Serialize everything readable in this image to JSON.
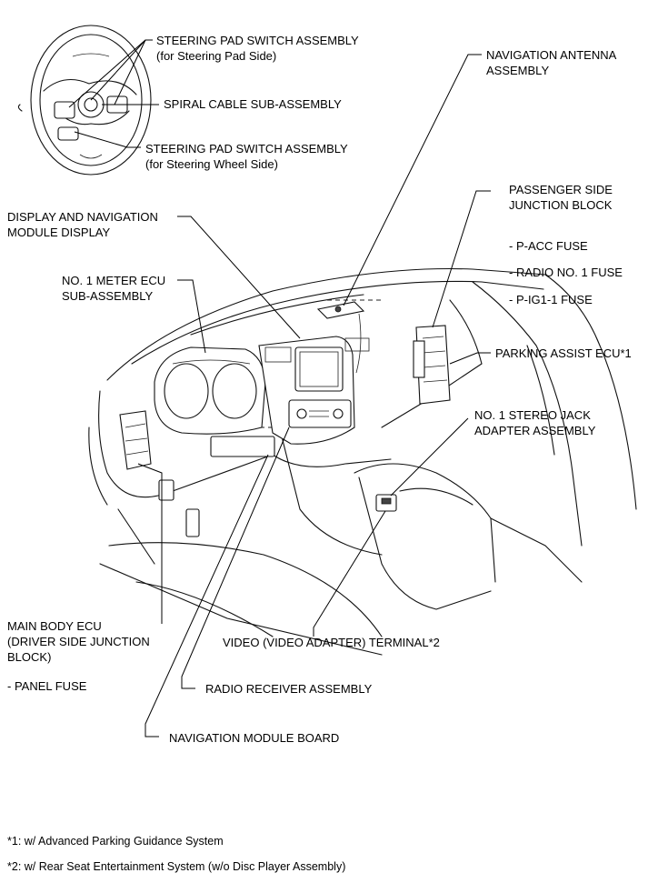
{
  "labels": {
    "steering_pad_pad_side_1": "STEERING PAD SWITCH ASSEMBLY",
    "steering_pad_pad_side_2": "(for Steering Pad Side)",
    "spiral_cable": "SPIRAL CABLE SUB-ASSEMBLY",
    "steering_pad_wheel_side_1": "STEERING PAD SWITCH ASSEMBLY",
    "steering_pad_wheel_side_2": "(for Steering Wheel Side)",
    "nav_antenna_1": "NAVIGATION ANTENNA",
    "nav_antenna_2": "ASSEMBLY",
    "passenger_jb_1": "PASSENGER SIDE",
    "passenger_jb_2": "JUNCTION BLOCK",
    "display_nav_1": "DISPLAY AND NAVIGATION",
    "display_nav_2": "MODULE DISPLAY",
    "fuse_p_acc": "- P-ACC FUSE",
    "fuse_radio": "- RADIO NO. 1 FUSE",
    "fuse_p_ig1": "- P-IG1-1 FUSE",
    "meter_ecu_1": "NO. 1 METER ECU",
    "meter_ecu_2": "SUB-ASSEMBLY",
    "parking_assist": "PARKING ASSIST ECU*1",
    "stereo_jack_1": "NO. 1 STEREO JACK",
    "stereo_jack_2": "ADAPTER ASSEMBLY",
    "main_body_1": "MAIN BODY ECU",
    "main_body_2": "(DRIVER SIDE JUNCTION",
    "main_body_3": "BLOCK)",
    "panel_fuse": "- PANEL FUSE",
    "video_terminal": "VIDEO (VIDEO ADAPTER) TERMINAL*2",
    "radio_receiver": "RADIO RECEIVER ASSEMBLY",
    "nav_module_board": "NAVIGATION MODULE BOARD"
  },
  "footnotes": {
    "note1": "*1:  w/ Advanced Parking Guidance System",
    "note2": "*2:  w/ Rear Seat Entertainment System (w/o Disc Player Assembly)"
  }
}
